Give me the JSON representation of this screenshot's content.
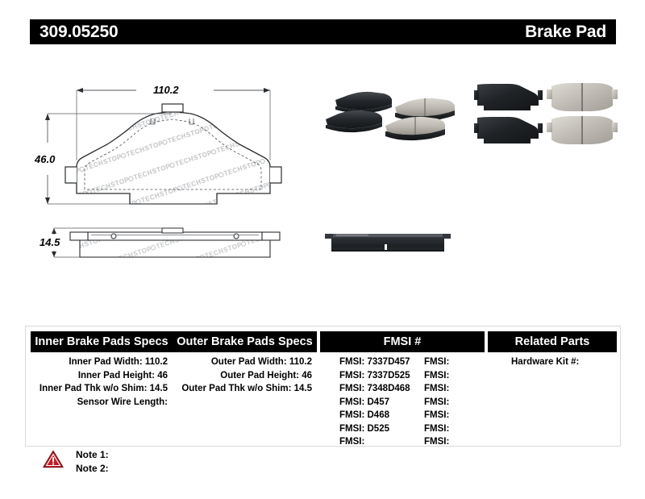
{
  "header": {
    "part_number": "309.05250",
    "product_type": "Brake Pad"
  },
  "drawing": {
    "dim_width": "110.2",
    "dim_height": "46.0",
    "dim_thickness": "14.5",
    "watermark_text": "STOPTECH"
  },
  "photos": {
    "group_angled_label": "brake-pads-angled-photo",
    "group_topdown_label": "brake-pads-topdown-photo",
    "edge_view_label": "brake-pad-edge-photo"
  },
  "table": {
    "headers": {
      "inner": "Inner Brake Pads Specs",
      "outer": "Outer Brake Pads Specs",
      "fmsi": "FMSI #",
      "related": "Related Parts"
    },
    "inner_specs": [
      "Inner Pad Width: 110.2",
      "Inner Pad Height: 46",
      "Inner Pad Thk w/o Shim: 14.5",
      "Sensor Wire Length:"
    ],
    "outer_specs": [
      "Outer Pad Width: 110.2",
      "Outer Pad Height: 46",
      "Outer Pad Thk w/o Shim: 14.5"
    ],
    "fmsi_col1": [
      "FMSI:  7337D457",
      "FMSI:  7337D525",
      "FMSI:  7348D468",
      "FMSI:  D457",
      "FMSI:  D468",
      "FMSI:  D525",
      "FMSI:"
    ],
    "fmsi_col2": [
      "FMSI:",
      "FMSI:",
      "FMSI:",
      "FMSI:",
      "FMSI:",
      "FMSI:",
      "FMSI:"
    ],
    "related_parts": [
      "Hardware Kit #:"
    ]
  },
  "notes": {
    "note1": "Note 1:",
    "note2": "Note 2:",
    "warning_icon": "warning-triangle-icon"
  },
  "colors": {
    "header_bar": "#000000",
    "header_text": "#ffffff",
    "warning": "#c0202a",
    "drawing_line": "#55585c"
  }
}
